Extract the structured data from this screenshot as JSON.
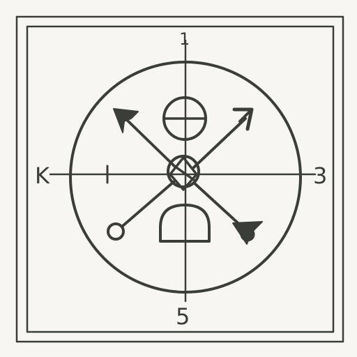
{
  "labels": {
    "top": "1",
    "left": "K",
    "right": "3",
    "bottom": "5"
  },
  "colors": {
    "ink": "#3b3d39",
    "paper": "#f7f6f2"
  },
  "symbols": [
    "circle-plus-icon",
    "center-diamond-icon",
    "arch-icon",
    "arrow-upper-left-icon",
    "arrow-upper-right-icon",
    "arrow-lower-right-icon",
    "ring-terminal-icon"
  ]
}
